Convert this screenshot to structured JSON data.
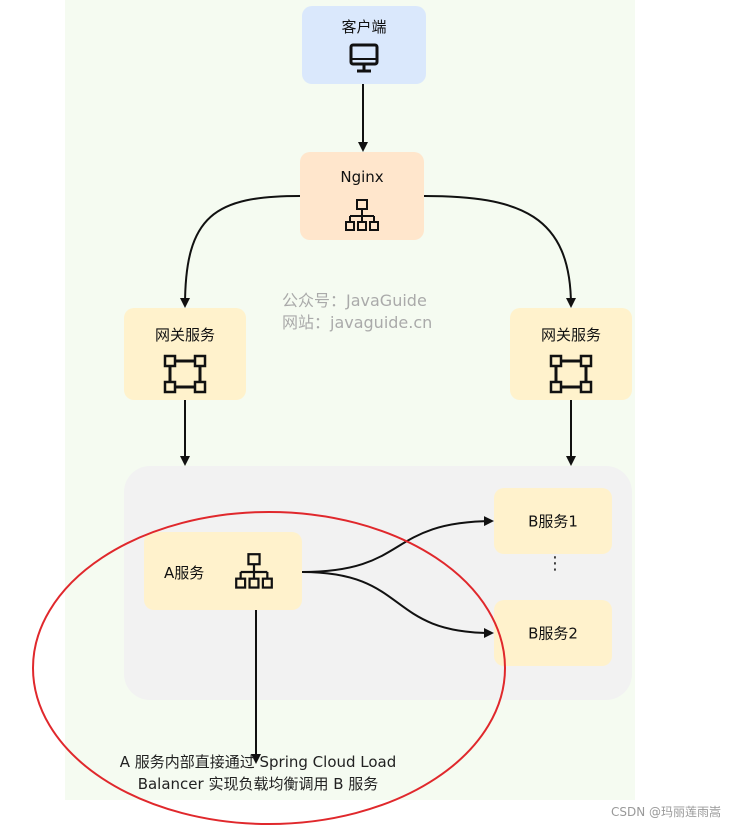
{
  "nodes": {
    "client": {
      "label": "客户端",
      "icon": "monitor-icon"
    },
    "nginx": {
      "label": "Nginx",
      "icon": "sitemap-icon"
    },
    "gateway_left": {
      "label": "网关服务",
      "icon": "nodes-square-icon"
    },
    "gateway_right": {
      "label": "网关服务",
      "icon": "nodes-square-icon"
    },
    "service_a": {
      "label": "A服务",
      "icon": "sitemap-icon"
    },
    "service_b1": {
      "label": "B服务1"
    },
    "service_b2": {
      "label": "B服务2"
    },
    "ellipsis": "⋮"
  },
  "watermark": {
    "line1": "公众号：JavaGuide",
    "line2": "网站：javaguide.cn"
  },
  "note": {
    "line1": "A 服务内部直接通过 Spring Cloud Load",
    "line2": "Balancer 实现负载均衡调用 B 服务"
  },
  "footer": "CSDN @玛丽莲雨嵩",
  "colors": {
    "client_fill": "#dae8fc",
    "nginx_fill": "#ffe6cc",
    "service_fill": "#fff2cc",
    "zone_fill": "#f2f2f2",
    "background_fill": "#f5fbf1",
    "highlight_ellipse": "#e0282c"
  }
}
